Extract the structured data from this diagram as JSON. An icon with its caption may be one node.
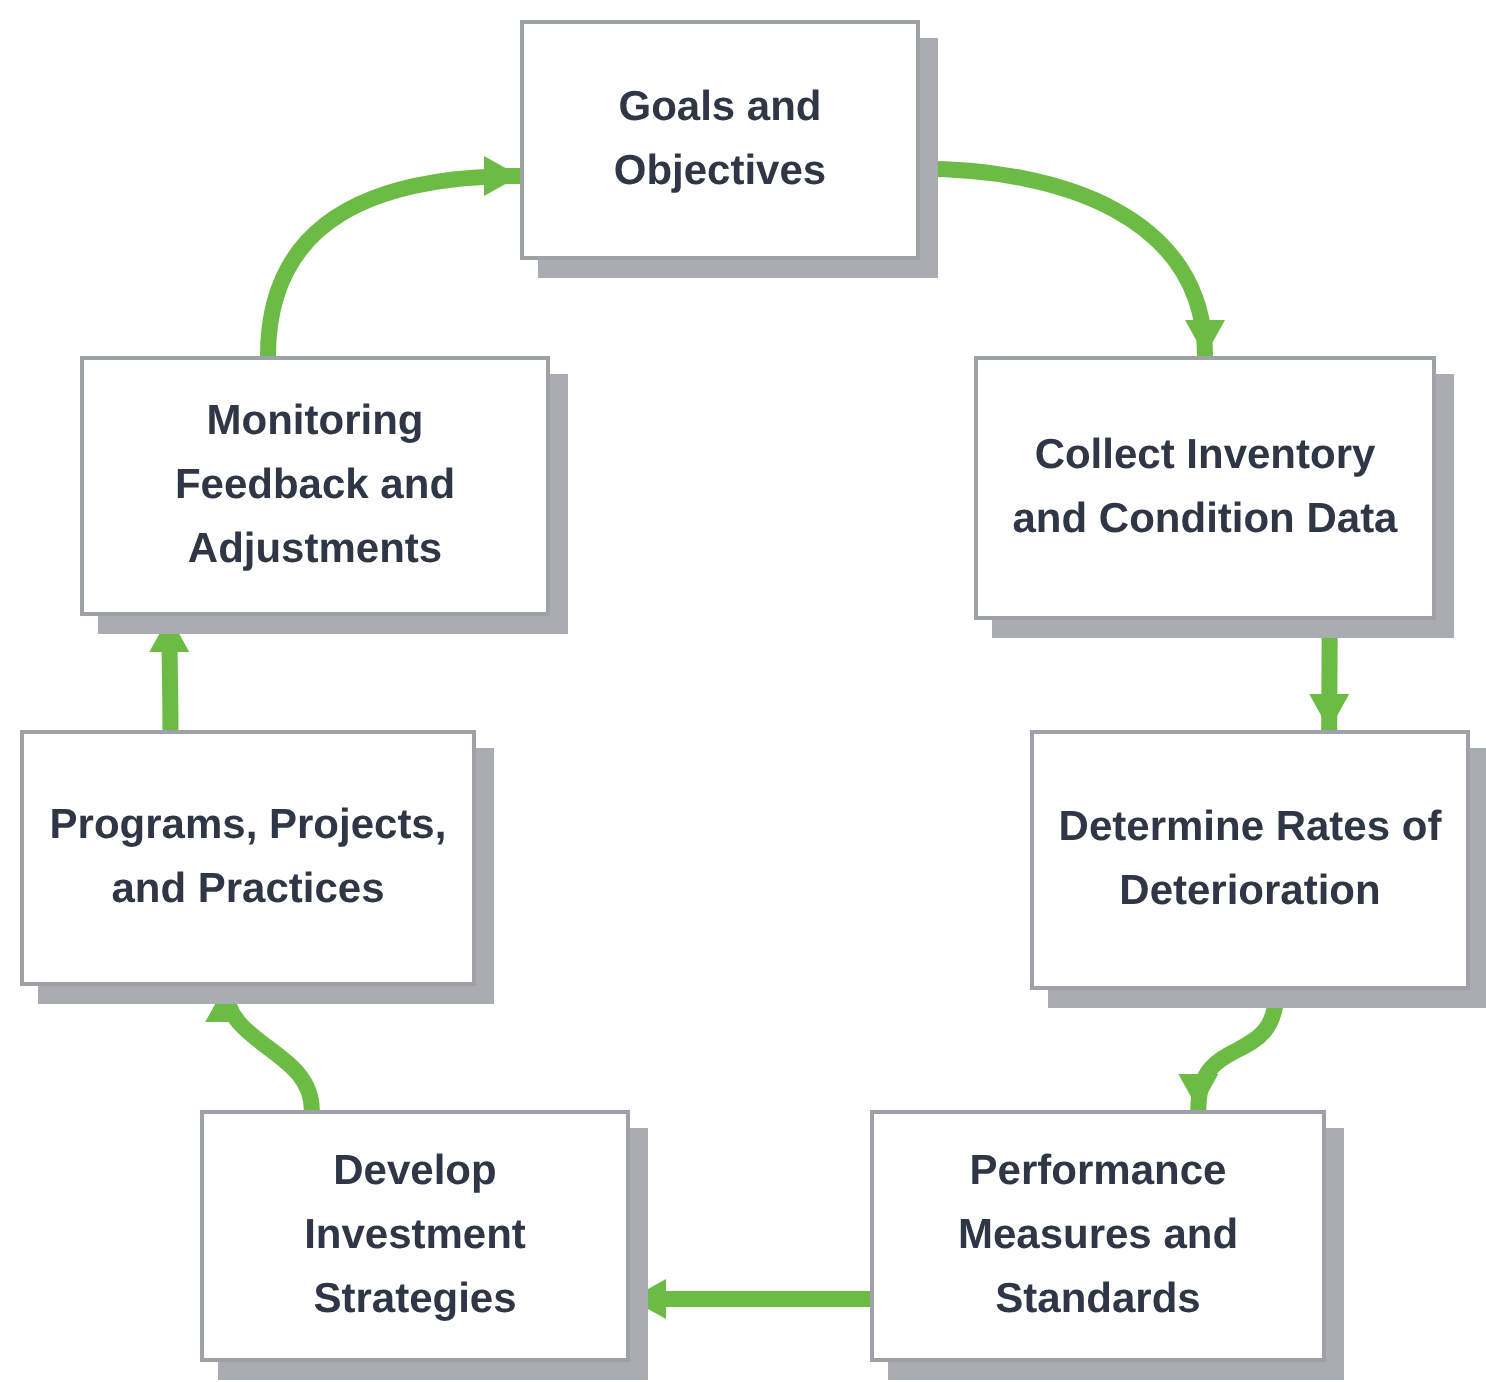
{
  "diagram": {
    "nodes": [
      {
        "text": [
          "Goals and Objectives"
        ]
      },
      {
        "text": [
          "Collect Inventory and Condition Data"
        ]
      },
      {
        "text": [
          "Determine Rates of Deterioration"
        ]
      },
      {
        "text": [
          "Performance Measures and Standards"
        ]
      },
      {
        "text": [
          "Develop Investment Strategies"
        ]
      },
      {
        "text": [
          "Programs, Projects, and Practices"
        ]
      },
      {
        "text": [
          "Monitoring Feedback and Adjustments"
        ]
      }
    ],
    "edges": [
      {
        "from": 0,
        "to": 1,
        "arrow": "to"
      },
      {
        "from": 1,
        "to": 2,
        "arrow": "to"
      },
      {
        "from": 2,
        "to": 3,
        "arrow": "to"
      },
      {
        "from": 3,
        "to": 4,
        "arrow": "to"
      },
      {
        "from": 4,
        "to": 5,
        "arrow": "to"
      },
      {
        "from": 5,
        "to": 6,
        "arrow": "to"
      },
      {
        "from": 6,
        "to": 0,
        "arrow": "to"
      }
    ]
  }
}
